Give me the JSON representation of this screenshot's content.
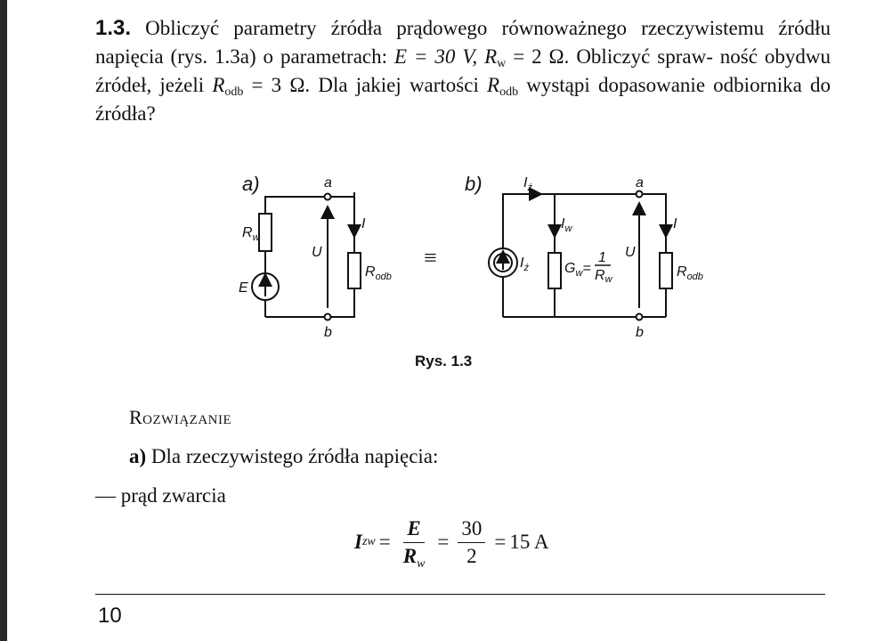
{
  "problem": {
    "number": "1.3.",
    "line1": "Obliczyć parametry źródła prądowego równoważnego rzeczywistemu",
    "line2_a": "źródłu napięcia (rys. 1.3a) o parametrach: ",
    "E_eq": "E = 30 V, ",
    "Rw_sym": "R",
    "Rw_sub": "w",
    "Rw_val": " = 2 Ω. Obliczyć spraw-",
    "line3_a": "ność obydwu źródeł, jeżeli ",
    "Rodb_sym": "R",
    "Rodb_sub": "odb",
    "Rodb_val": " = 3 Ω. Dla jakiej wartości ",
    "line3_b": " wystąpi",
    "line4": "dopasowanie odbiornika do źródła?"
  },
  "figure": {
    "label_a": "a)",
    "label_b": "b)",
    "node_a": "a",
    "node_b": "b",
    "Rw": "R",
    "Rw_sub": "w",
    "E": "E",
    "U": "U",
    "I": "I",
    "Rodb": "R",
    "Rodb_sub": "odb",
    "equiv": "≡",
    "Iz": "I",
    "Iz_sub": "ź",
    "Iw": "I",
    "Iw_sub": "w",
    "Gw": "G",
    "Gw_sub": "w",
    "Gw_eq": "=",
    "Gw_num": "1",
    "Gw_den": "R",
    "Gw_den_sub": "w",
    "caption": "Rys. 1.3"
  },
  "solution": {
    "heading": "Rozwiązanie",
    "item_a_label": "a)",
    "item_a_text": " Dla rzeczywistego źródła napięcia:",
    "dash_text": "— prąd zwarcia",
    "formula": {
      "lhs": "I",
      "lhs_sub": "zw",
      "eq1": "=",
      "f1_num": "E",
      "f1_den": "R",
      "f1_den_sub": "w",
      "eq2": "=",
      "f2_num": "30",
      "f2_den": "2",
      "eq3": "=",
      "result": "15 A"
    }
  },
  "footer": {
    "page_number": "10"
  }
}
